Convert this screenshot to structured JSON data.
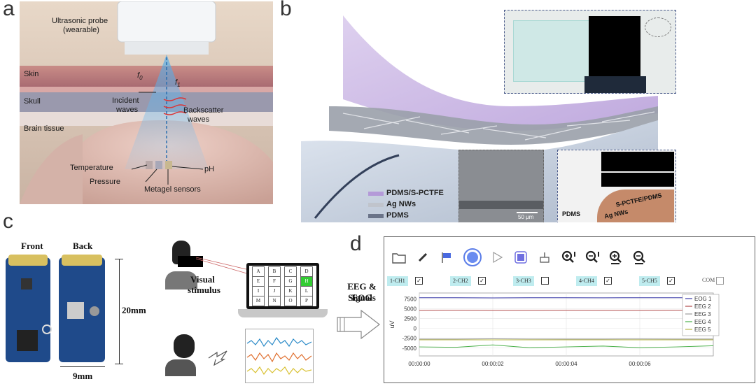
{
  "panel_labels": {
    "a": "a",
    "b": "b",
    "c": "c",
    "d": "d"
  },
  "panel_a": {
    "probe_label_1": "Ultrasonic probe",
    "probe_label_2": "(wearable)",
    "skin": "Skin",
    "skull": "Skull",
    "brain": "Brain tissue",
    "f0": "f",
    "f0_sub": "0",
    "f1": "f",
    "f1_sub": "1",
    "incident_1": "Incident",
    "incident_2": "waves",
    "backscatter_1": "Backscatter",
    "backscatter_2": "waves",
    "temperature": "Temperature",
    "ph": "pH",
    "pressure": "Pressure",
    "sensors": "Metagel sensors"
  },
  "panel_b": {
    "legend": [
      "PDMS/S-PCTFE",
      "Ag NWs",
      "PDMS"
    ],
    "scalebar": "50 μm",
    "inset_labels": {
      "pdms": "PDMS",
      "spctfe": "S-PCTFE/PDMS",
      "agnws": "Ag NWs"
    }
  },
  "panel_c": {
    "front": "Front",
    "back": "Back",
    "height": "20mm",
    "width": "9mm",
    "visual_1": "Visual",
    "visual_2": "stimulus",
    "signals_1": "EEG & EOG",
    "signals_2": "Signals",
    "keyboard": [
      "A",
      "B",
      "C",
      "D",
      "E",
      "F",
      "G",
      "H",
      "I",
      "J",
      "K",
      "L",
      "M",
      "N",
      "O",
      "P"
    ],
    "highlight_key": "H"
  },
  "panel_d": {
    "channels": [
      {
        "label": "1-CH1",
        "checked": true
      },
      {
        "label": "2-CH2",
        "checked": true
      },
      {
        "label": "3-CH3",
        "checked": false
      },
      {
        "label": "4-CH4",
        "checked": true
      },
      {
        "label": "5-CH5",
        "checked": true
      }
    ],
    "com_label": "COM",
    "icons": [
      "folder-icon",
      "pen-icon",
      "flag-icon",
      "record-icon",
      "play-icon",
      "stop-icon",
      "broom-icon",
      "zoom-in-x-icon",
      "zoom-out-x-icon",
      "zoom-in-icon",
      "zoom-out-icon"
    ],
    "colors": {
      "record": "#5b7de8",
      "stop": "#6f6fe0",
      "channel_bg": "#bfecef"
    }
  },
  "chart_data": {
    "type": "line",
    "ylabel": "uV",
    "ylim": [
      -7000,
      9000
    ],
    "yticks": [
      7500,
      5000,
      2500,
      0,
      -2500,
      -5000
    ],
    "x": [
      "00:00:00",
      "00:00:02",
      "00:00:04",
      "00:00:06"
    ],
    "xlim": [
      0,
      8
    ],
    "grid": true,
    "legend_position": "top-right",
    "series": [
      {
        "name": "EOG 1",
        "color": "#3a3aa8",
        "values": [
          7800,
          7800,
          7750,
          7800,
          7800,
          7780,
          7800,
          7800,
          7800
        ]
      },
      {
        "name": "EEG 2",
        "color": "#b04a4a",
        "values": [
          4600,
          4650,
          4600,
          4600,
          4620,
          4600,
          4600,
          4650,
          4600
        ]
      },
      {
        "name": "EEG 3",
        "color": "#9c9c9c",
        "values": [
          -2700,
          -2700,
          -2650,
          -2700,
          -2700,
          -2700,
          -2680,
          -2700,
          -2700
        ]
      },
      {
        "name": "EEG 4",
        "color": "#4ab04a",
        "values": [
          -4700,
          -4800,
          -4200,
          -4900,
          -4700,
          -4500,
          -4900,
          -4700,
          -4400
        ]
      },
      {
        "name": "EEG 5",
        "color": "#b8b84a",
        "values": [
          -2900,
          -2900,
          -2900,
          -2900,
          -2900,
          -2900,
          -2900,
          -2900,
          -2900
        ]
      }
    ]
  }
}
